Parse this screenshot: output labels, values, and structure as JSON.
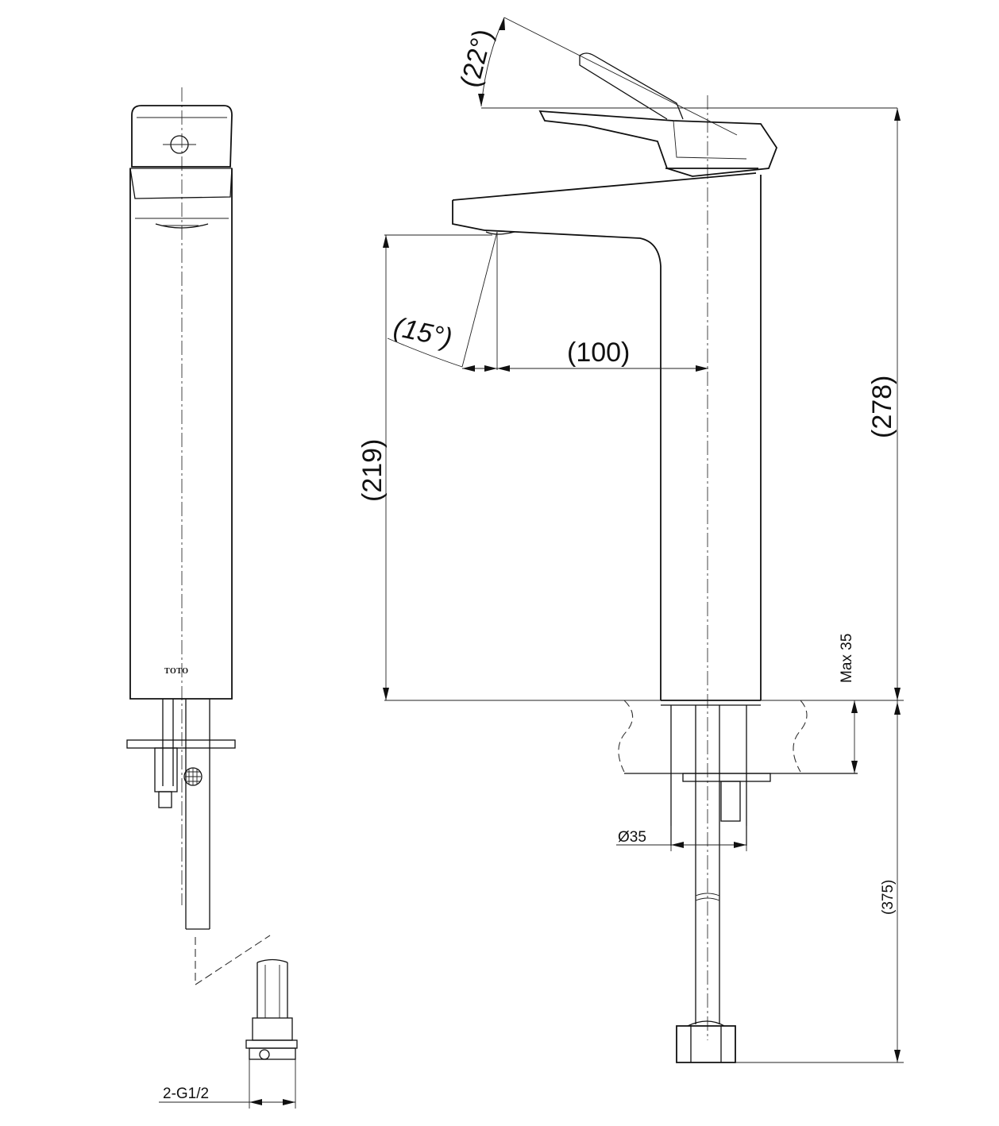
{
  "drawing": {
    "dimensions": {
      "handle_angle": "(22°)",
      "spout_angle": "(15°)",
      "spout_reach": "(100)",
      "spout_height": "(219)",
      "total_height": "(278)",
      "max_deck": "Max 35",
      "hole_diameter": "Ø35",
      "hose_length": "(375)",
      "connection": "2-G1/2"
    },
    "brand_mark": "TOTO"
  }
}
